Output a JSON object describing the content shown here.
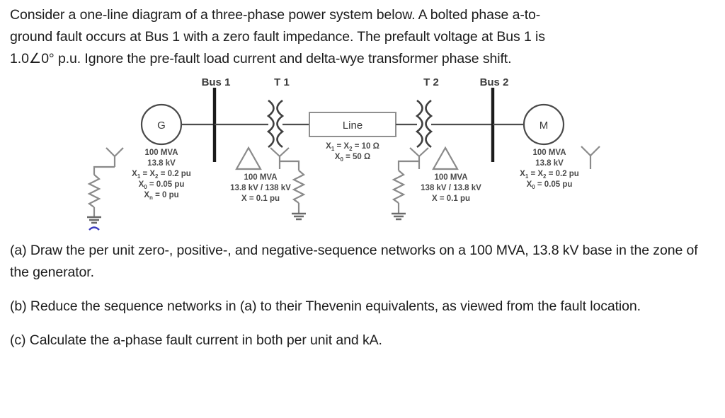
{
  "problem": {
    "statement_lines": [
      "Consider a one-line diagram of a three-phase power system below. A bolted phase a-to-",
      "ground fault occurs at Bus 1 with a zero fault impedance. The prefault voltage at Bus 1 is",
      "1.0∠0° p.u. Ignore the pre-fault load current and delta-wye transformer phase shift."
    ],
    "prefault_voltage": "1.0∠0°",
    "fault_type": "bolted phase a-to-ground",
    "fault_location": "Bus 1",
    "fault_impedance": "zero",
    "questions": [
      "(a) Draw the per unit zero-, positive-, and negative-sequence networks on a 100 MVA, 13.8 kV base in the zone of the generator.",
      "(b) Reduce the sequence networks in (a) to their Thevenin equivalents, as viewed from the fault location.",
      "(c) Calculate the a-phase fault current in both per unit and kA."
    ]
  },
  "diagram": {
    "title_labels": {
      "bus1": "Bus 1",
      "t1": "T 1",
      "t2": "T 2",
      "bus2": "Bus 2"
    },
    "generator": {
      "symbol": "G",
      "connection": "wye-grounded-through-reactor",
      "specs": [
        {
          "text": "100 MVA"
        },
        {
          "text": "13.8 kV"
        },
        {
          "text": "X",
          "sub": "1",
          "text2": " = X",
          "sub2": "2",
          "text3": " = 0.2 pu"
        },
        {
          "text": "X",
          "sub": "0",
          "text2": " = 0.05 pu"
        },
        {
          "text": "X",
          "sub": "n",
          "text2": " = 0 pu"
        }
      ],
      "spec_lines": [
        "100 MVA",
        "13.8 kV",
        "X1 = X2 = 0.2 pu",
        "X0 = 0.05 pu",
        "Xn = 0 pu"
      ]
    },
    "transformer_t1": {
      "name": "T 1",
      "hv_connection": "wye-grounded-through-reactor",
      "lv_connection": "delta",
      "spec_lines": [
        "100 MVA",
        "13.8 kV / 138 kV",
        "X = 0.1 pu"
      ],
      "rating": "100 MVA",
      "voltage_ratio": "13.8 kV / 138 kV",
      "reactance": "X = 0.1 pu"
    },
    "line": {
      "label": "Line",
      "spec_lines": [
        "X1 = X2 = 10 Ω",
        "X0 = 50 Ω"
      ],
      "x1x2": "10 Ω",
      "x0": "50 Ω"
    },
    "transformer_t2": {
      "name": "T 2",
      "hv_connection": "wye-grounded-through-reactor",
      "lv_connection": "delta",
      "spec_lines": [
        "100 MVA",
        "138 kV / 13.8 kV",
        "X = 0.1 pu"
      ],
      "rating": "100 MVA",
      "voltage_ratio": "138 kV / 13.8 kV",
      "reactance": "X = 0.1 pu"
    },
    "motor": {
      "symbol": "M",
      "connection": "wye-ungrounded",
      "spec_lines": [
        "100 MVA",
        "13.8 kV",
        "X1 = X2 = 0.2 pu",
        "X0 = 0.05 pu"
      ]
    },
    "colors": {
      "bus": "#1b1b1b",
      "wire": "#4c4c4c",
      "symbol": "#8a8a8a",
      "text": "#4a4a4a",
      "artifact": "#3b3bbf"
    }
  }
}
